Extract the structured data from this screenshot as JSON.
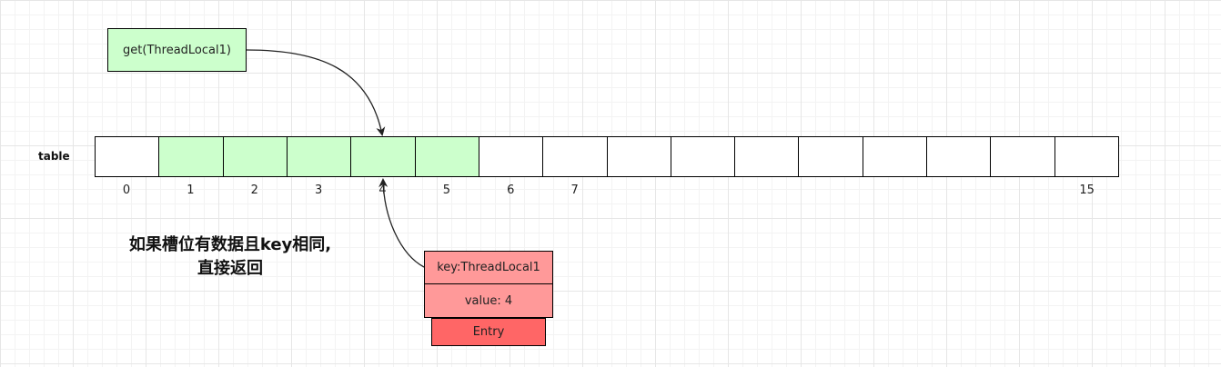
{
  "get_box": {
    "label": "get(ThreadLocal1)",
    "color": "#ccffcc"
  },
  "table": {
    "label": "table",
    "cell_count": 16,
    "filled_cells": [
      1,
      2,
      3,
      4,
      5
    ],
    "filled_color": "#ccffcc",
    "index_labels": [
      "0",
      "1",
      "2",
      "3",
      "4",
      "5",
      "6",
      "7",
      "15"
    ],
    "index_positions": [
      0,
      1,
      2,
      3,
      4,
      5,
      6,
      7,
      15
    ]
  },
  "note": {
    "line1": "如果槽位有数据且key相同,",
    "line2": "直接返回"
  },
  "entry": {
    "key_label": "key:ThreadLocal1",
    "value_label": "value: 4",
    "entry_label": "Entry",
    "field_color": "#ff9999",
    "entry_color": "#ff6666"
  },
  "arrows": [
    {
      "from": "get_box",
      "to": "table_slot",
      "slot": 4
    },
    {
      "from": "entry",
      "to": "table_slot",
      "slot": 4
    }
  ]
}
